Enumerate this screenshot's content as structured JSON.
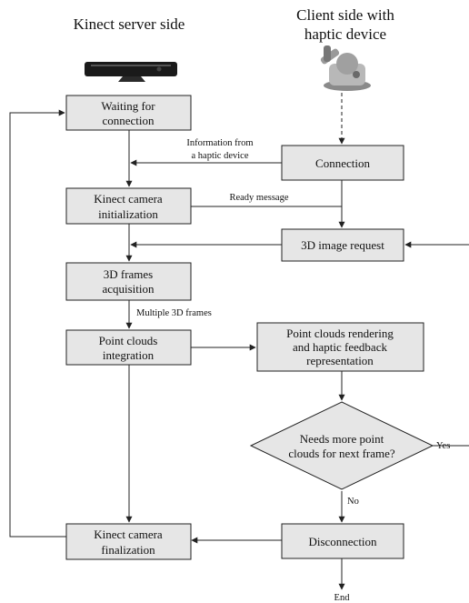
{
  "headers": {
    "server": "Kinect server side",
    "client_line1": "Client side with",
    "client_line2": "haptic device"
  },
  "nodes": {
    "waiting": [
      "Waiting for",
      "connection"
    ],
    "connection": [
      "Connection"
    ],
    "kinect_init": [
      "Kinect camera",
      "initialization"
    ],
    "image_request": [
      "3D image request"
    ],
    "frames_acq": [
      "3D frames",
      "acquisition"
    ],
    "pc_integration": [
      "Point clouds",
      "integration"
    ],
    "pc_rendering": [
      "Point clouds rendering",
      "and haptic feedback",
      "representation"
    ],
    "needs_more": [
      "Needs more point",
      "clouds for next frame?"
    ],
    "finalization": [
      "Kinect camera",
      "finalization"
    ],
    "disconnection": [
      "Disconnection"
    ]
  },
  "edge_labels": {
    "info_line1": "Information from",
    "info_line2": "a haptic device",
    "ready": "Ready message",
    "multiple": "Multiple 3D frames",
    "yes": "Yes",
    "no": "No",
    "end": "End"
  },
  "icons": {
    "kinect": "kinect-sensor-icon",
    "haptic": "haptic-device-icon"
  },
  "colors": {
    "box_fill": "#e6e6e6",
    "stroke": "#222222"
  }
}
